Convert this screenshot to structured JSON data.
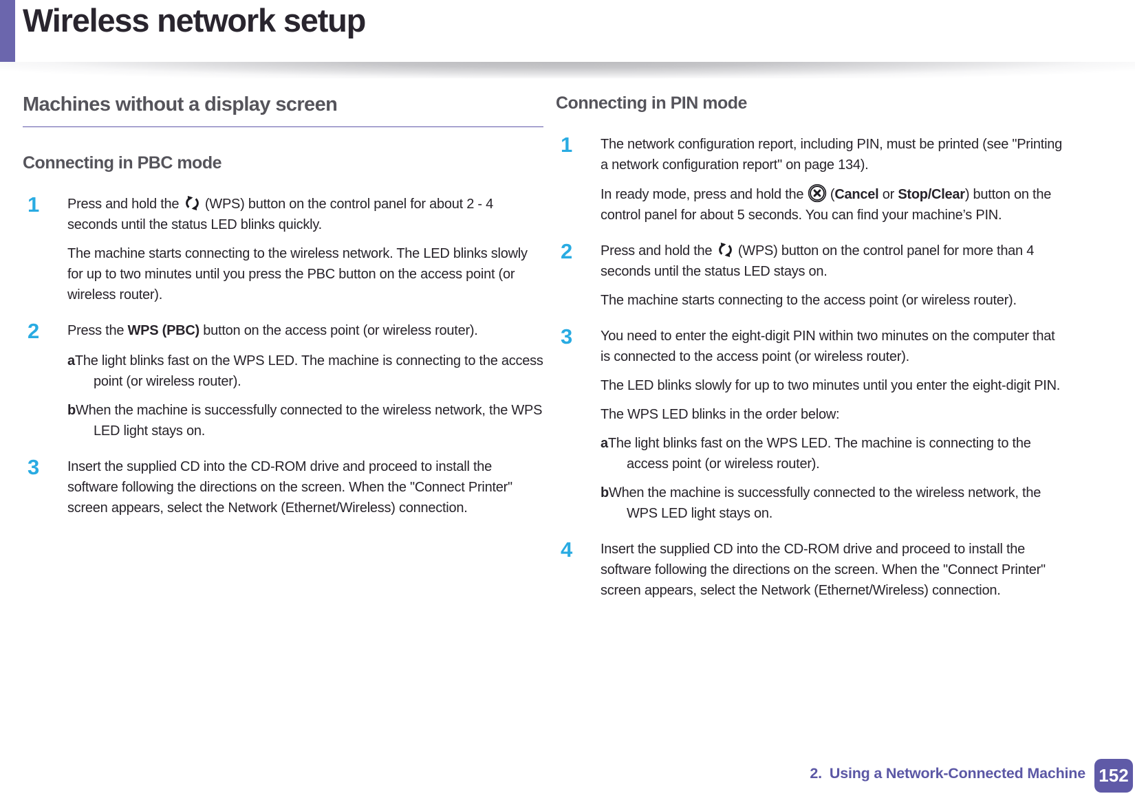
{
  "page_title": "Wireless network setup",
  "colors": {
    "accent_purple": "#6b66ad",
    "underline_purple": "#5f58a8",
    "step_number_cyan": "#29abe2",
    "heading_gray": "#55545b",
    "body_text": "#27232a",
    "footer_purple": "#5b57a5",
    "badge_bg": "#5f5aa7"
  },
  "icons": {
    "wps": "wps-icon",
    "cancel": "cancel-icon"
  },
  "columns": {
    "left": {
      "section_title": "Machines without a display screen",
      "subsection_title": "Connecting in PBC mode",
      "blocks": [
        {
          "type": "step",
          "num": "1",
          "seg": [
            {
              "t": "Press and hold the "
            },
            {
              "ic": "wps"
            },
            {
              "t": " (WPS) button on the control panel for about 2 - 4 seconds until the status LED blinks quickly."
            }
          ]
        },
        {
          "type": "para",
          "seg": [
            {
              "t": "The machine starts connecting to the wireless network. The LED blinks slowly for up to two minutes until you press the PBC button on the access point (or wireless router)."
            }
          ]
        },
        {
          "type": "step",
          "num": "2",
          "seg": [
            {
              "t": "Press the "
            },
            {
              "b": "WPS (PBC)"
            },
            {
              "t": " button on the access point (or wireless router)."
            }
          ]
        },
        {
          "type": "sub",
          "label": "a",
          "seg": [
            {
              "t": "The light blinks fast on the WPS LED. The machine is connecting to the access point (or wireless router)."
            }
          ]
        },
        {
          "type": "sub",
          "label": "b",
          "seg": [
            {
              "t": "When the machine is successfully connected to the wireless network, the WPS LED light stays on."
            }
          ]
        },
        {
          "type": "step",
          "num": "3",
          "seg": [
            {
              "t": "Insert the supplied CD into the CD-ROM drive and proceed to install the software following the directions on the screen. When the \"Connect Printer\" screen appears, select the Network (Ethernet/Wireless) connection."
            }
          ]
        }
      ]
    },
    "right": {
      "subsection_title": "Connecting in PIN mode",
      "blocks": [
        {
          "type": "step",
          "num": "1",
          "seg": [
            {
              "t": "The network configuration report, including PIN, must be printed (see \"Printing a network configuration report\" on page 134)."
            }
          ]
        },
        {
          "type": "para",
          "seg": [
            {
              "t": "In ready mode, press and hold the "
            },
            {
              "ic": "cancel"
            },
            {
              "t": " ("
            },
            {
              "b": "Cancel"
            },
            {
              "t": " or "
            },
            {
              "b": "Stop/Clear"
            },
            {
              "t": ") button on the control panel for about 5 seconds. You can find your machine’s PIN."
            }
          ]
        },
        {
          "type": "step",
          "num": "2",
          "seg": [
            {
              "t": "Press and hold the "
            },
            {
              "ic": "wps"
            },
            {
              "t": " (WPS) button on the control panel for more than 4 seconds until the status LED stays on."
            }
          ]
        },
        {
          "type": "para",
          "seg": [
            {
              "t": "The machine starts connecting to the access point (or wireless router)."
            }
          ]
        },
        {
          "type": "step",
          "num": "3",
          "seg": [
            {
              "t": "You need to enter the eight-digit PIN within two minutes on the computer that is connected to the access point (or wireless router)."
            }
          ]
        },
        {
          "type": "para",
          "seg": [
            {
              "t": "The LED blinks slowly for up to two minutes until you enter the eight-digit PIN."
            }
          ]
        },
        {
          "type": "para",
          "seg": [
            {
              "t": "The WPS LED blinks in the order below:"
            }
          ]
        },
        {
          "type": "sub",
          "label": "a",
          "seg": [
            {
              "t": "The light blinks fast on the WPS LED. The machine is connecting to the access point (or wireless router)."
            }
          ]
        },
        {
          "type": "sub",
          "label": "b",
          "seg": [
            {
              "t": "When the machine is successfully connected to the wireless network, the WPS LED light stays on."
            }
          ]
        },
        {
          "type": "step",
          "num": "4",
          "seg": [
            {
              "t": "Insert the supplied CD into the CD-ROM drive and proceed to install the software following the directions on the screen. When the \"Connect Printer\" screen appears, select the Network (Ethernet/Wireless) connection."
            }
          ]
        }
      ]
    }
  },
  "footer": {
    "chapter_number": "2.",
    "chapter_title": "Using a Network-Connected Machine",
    "page_number": "152"
  }
}
